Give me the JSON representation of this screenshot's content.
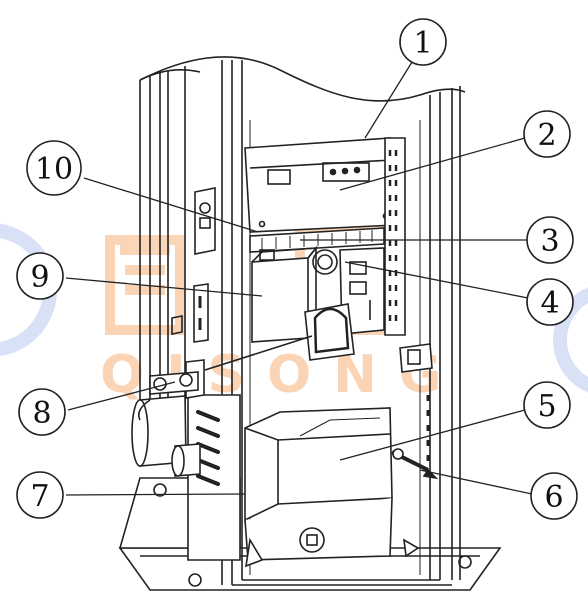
{
  "callouts": [
    {
      "label": "1"
    },
    {
      "label": "2"
    },
    {
      "label": "3"
    },
    {
      "label": "4"
    },
    {
      "label": "5"
    },
    {
      "label": "6"
    },
    {
      "label": "7"
    },
    {
      "label": "8"
    },
    {
      "label": "9"
    },
    {
      "label": "10"
    }
  ],
  "watermark": {
    "text": "QISONG",
    "color": "#f6b27a",
    "circle_color": "#b9c9ef"
  }
}
